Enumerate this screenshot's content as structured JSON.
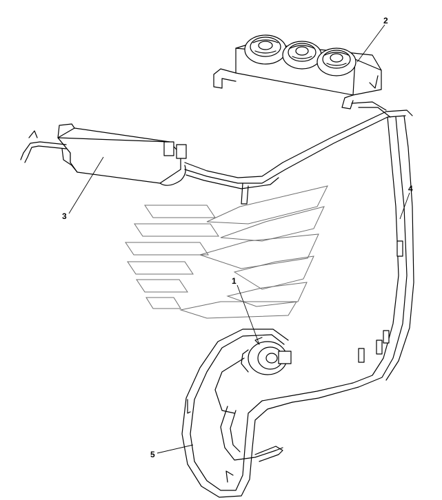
{
  "diagram": {
    "parts": [
      {
        "callout": "1",
        "component": "compressor"
      },
      {
        "callout": "2",
        "component": "condenser"
      },
      {
        "callout": "3",
        "component": "evaporator"
      },
      {
        "callout": "4",
        "component": "hose"
      },
      {
        "callout": "5",
        "component": "hose"
      }
    ]
  },
  "colors": {
    "line": "#000000",
    "watermark": "#6c6c6c",
    "background": "#ffffff"
  }
}
